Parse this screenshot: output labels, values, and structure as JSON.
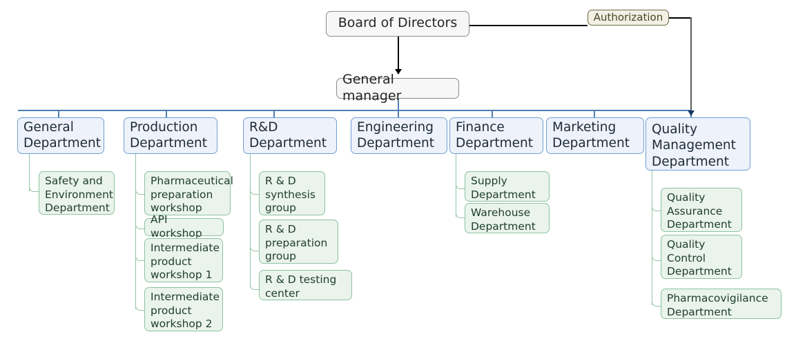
{
  "diagram": {
    "type": "organizational-chart",
    "title": "Pharmaceutical Company Organizational Structure",
    "colors": {
      "root_fill": "#f7f7f7",
      "root_border": "#8c8c8c",
      "authorization_fill": "#f2f0e4",
      "authorization_border": "#6b6a44",
      "department_fill": "#eef2fb",
      "department_border": "#6f9fd0",
      "sub_fill": "#eaf3ec",
      "sub_border": "#8cc2a0",
      "connector_blue": "#4a7fb5",
      "connector_green": "#93c4a4",
      "connector_black": "#000000"
    },
    "root": {
      "label": "Board of Directors"
    },
    "authorization": {
      "label": "Authorization"
    },
    "manager": {
      "label": "General manager"
    },
    "departments": [
      {
        "label": "General\nDepartment",
        "children": [
          {
            "label": "Safety and\nEnvironment\nDepartment"
          }
        ]
      },
      {
        "label": "Production\nDepartment",
        "children": [
          {
            "label": "Pharmaceutical\npreparation\nworkshop"
          },
          {
            "label": "API workshop"
          },
          {
            "label": "Intermediate\nproduct\nworkshop 1"
          },
          {
            "label": "Intermediate\nproduct\nworkshop 2"
          }
        ]
      },
      {
        "label": "R&D\nDepartment",
        "children": [
          {
            "label": "R & D\nsynthesis\ngroup"
          },
          {
            "label": "R & D\npreparation\ngroup"
          },
          {
            "label": "R & D testing\ncenter"
          }
        ]
      },
      {
        "label": "Engineering\nDepartment",
        "children": []
      },
      {
        "label": "Finance\nDepartment",
        "children": [
          {
            "label": "Supply\nDepartment"
          },
          {
            "label": "Warehouse\nDepartment"
          }
        ]
      },
      {
        "label": "Marketing\nDepartment",
        "children": []
      },
      {
        "label": "Quality\nManagement\nDepartment",
        "children": [
          {
            "label": "Quality\nAssurance\nDepartment"
          },
          {
            "label": "Quality\nControl\nDepartment"
          },
          {
            "label": "Pharmacovigilance\nDepartment"
          }
        ]
      }
    ]
  }
}
